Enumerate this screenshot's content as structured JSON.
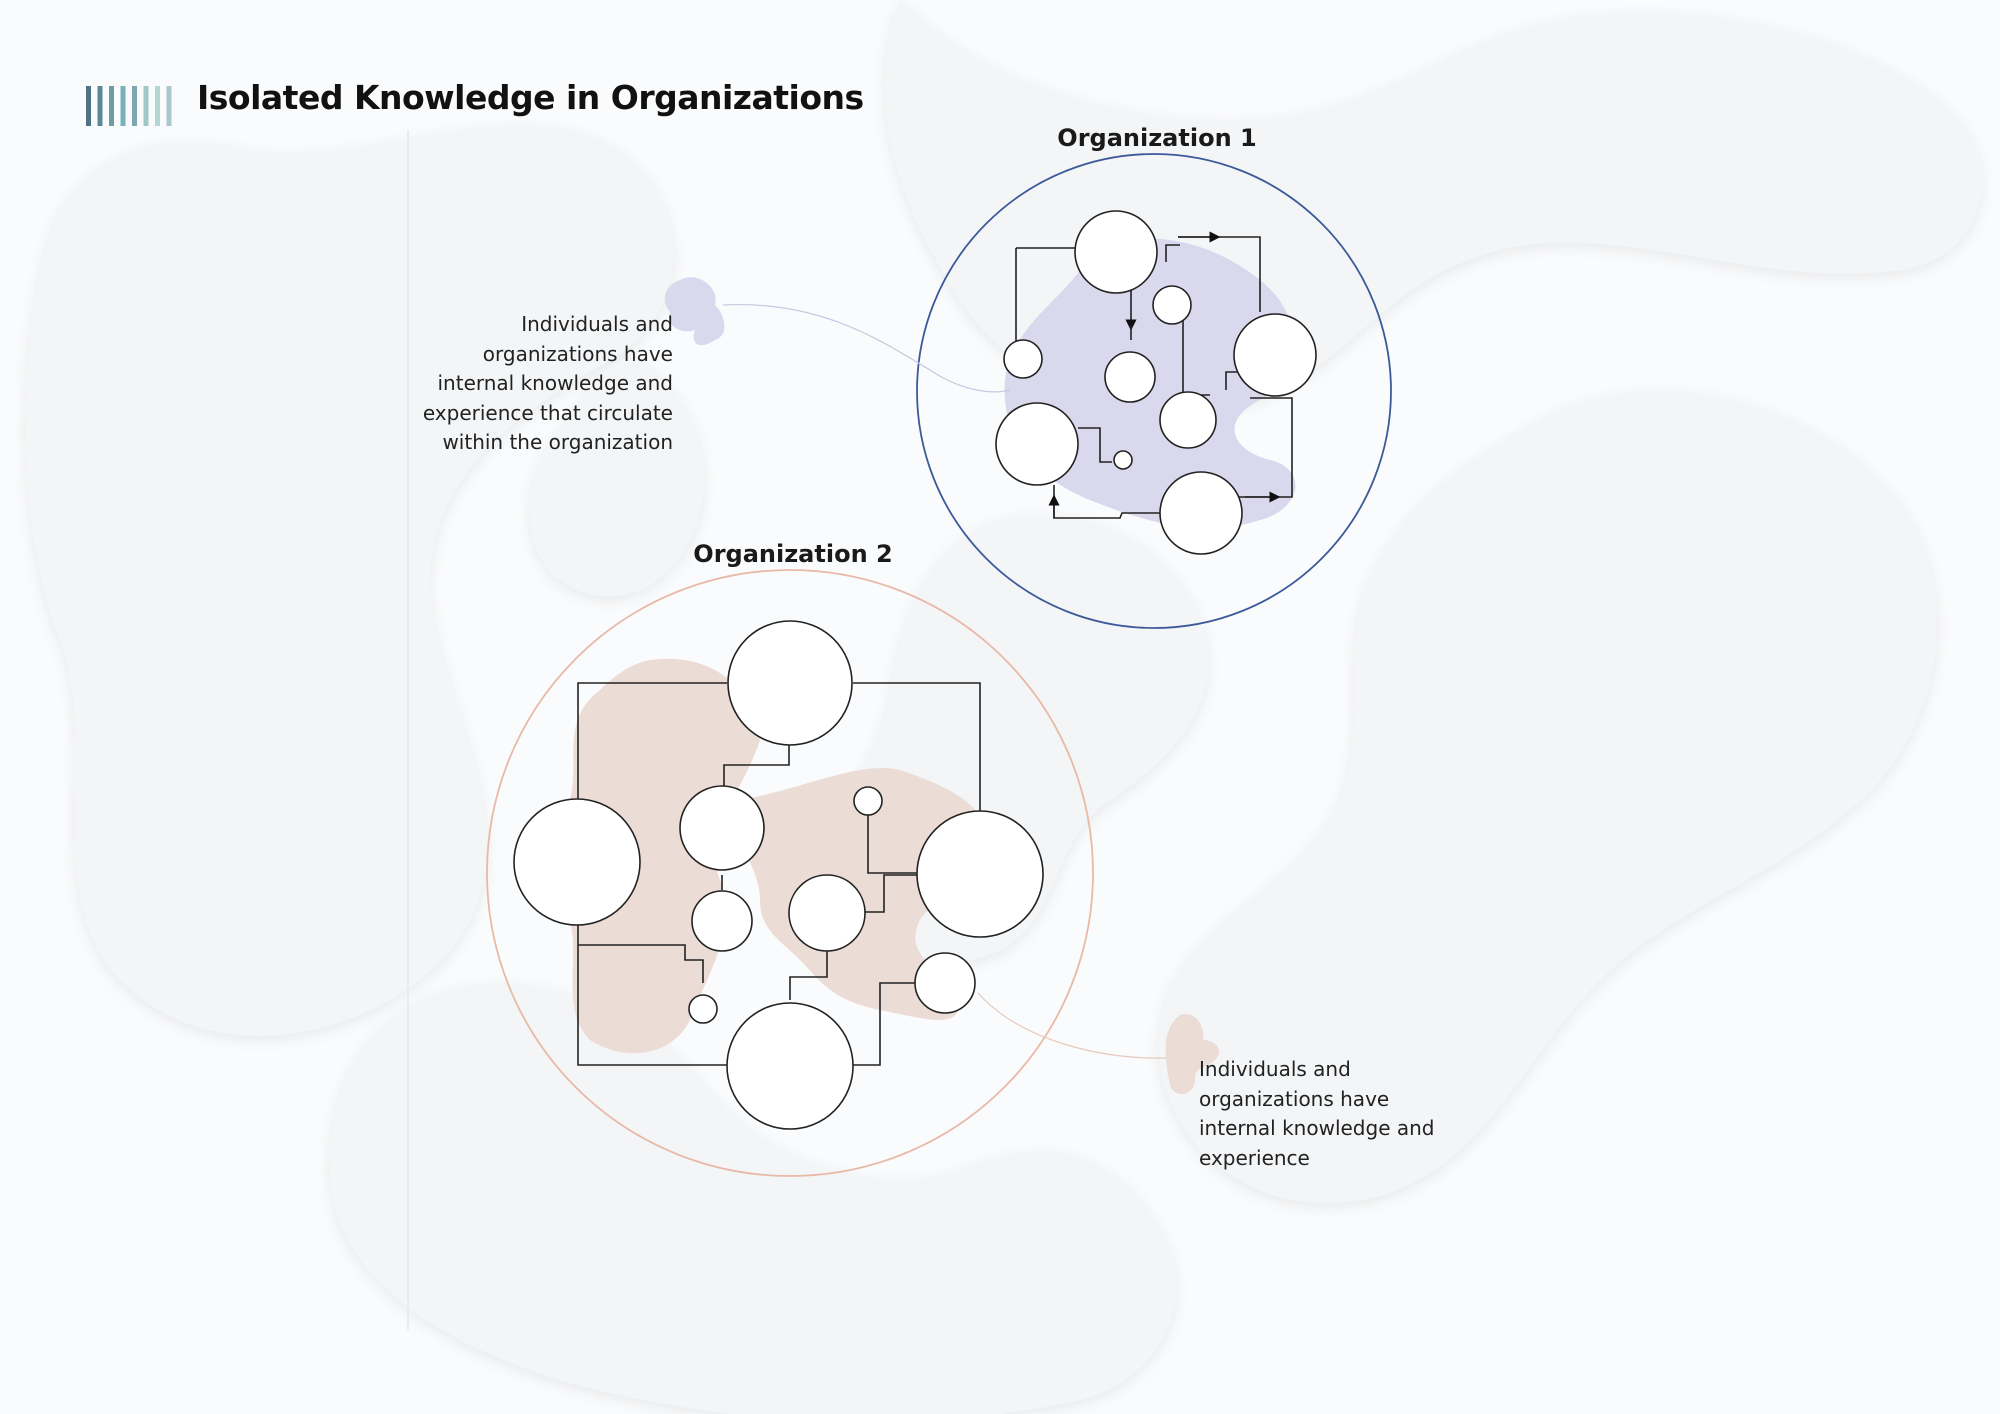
{
  "title": "Isolated Knowledge in Organizations",
  "organizations": [
    {
      "label": "Organization 1",
      "ring_color": "#3c5a9a",
      "blob_color": "#d9d8ec"
    },
    {
      "label": "Organization 2",
      "ring_color": "#e9b9a8",
      "blob_color": "#ecdcd6"
    }
  ],
  "annotations": {
    "org1": [
      "Individuals and",
      "organizations have",
      "internal knowledge and",
      "experience that circulate",
      "within the organization"
    ],
    "org2": [
      "Individuals and",
      "organizations have",
      "internal knowledge and",
      "experience"
    ]
  },
  "logo_bar_colors": [
    "#4f7382",
    "#5b8a94",
    "#6d9ca4",
    "#78b2b8",
    "#7fa7b2",
    "#9fc9c6",
    "#b5d7d3",
    "#a9c7cc"
  ]
}
